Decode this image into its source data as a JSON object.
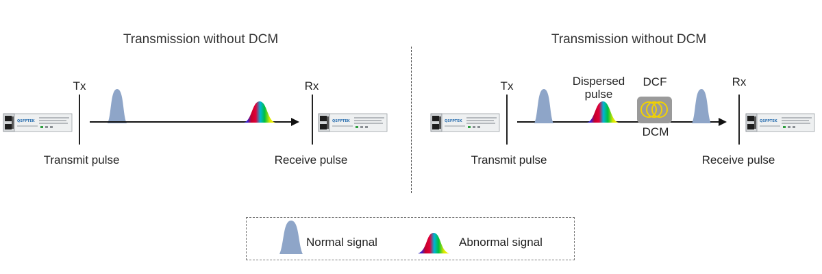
{
  "left_panel": {
    "title": "Transmission without DCM",
    "tx_label": "Tx",
    "rx_label": "Rx",
    "transmit_caption": "Transmit pulse",
    "receive_caption": "Receive pulse",
    "module_brand": "QSFPTEK"
  },
  "right_panel": {
    "title": "Transmission without DCM",
    "tx_label": "Tx",
    "rx_label": "Rx",
    "dispersed_line1": "Dispersed",
    "dispersed_line2": "pulse",
    "dcf_label": "DCF",
    "dcm_label": "DCM",
    "transmit_caption": "Transmit pulse",
    "receive_caption": "Receive pulse",
    "module_brand": "QSFPTEK"
  },
  "legend": {
    "normal_label": "Normal signal",
    "abnormal_label": "Abnormal signal"
  },
  "colors": {
    "normal_pulse": "#8ea5c8",
    "arrow": "#111111",
    "dcf_box": "#9a9a9a",
    "coil": "#f2d200"
  },
  "icons": [
    "sfp-module-icon",
    "normal-pulse-icon",
    "rainbow-pulse-icon",
    "fiber-coil-icon",
    "arrow-icon"
  ]
}
